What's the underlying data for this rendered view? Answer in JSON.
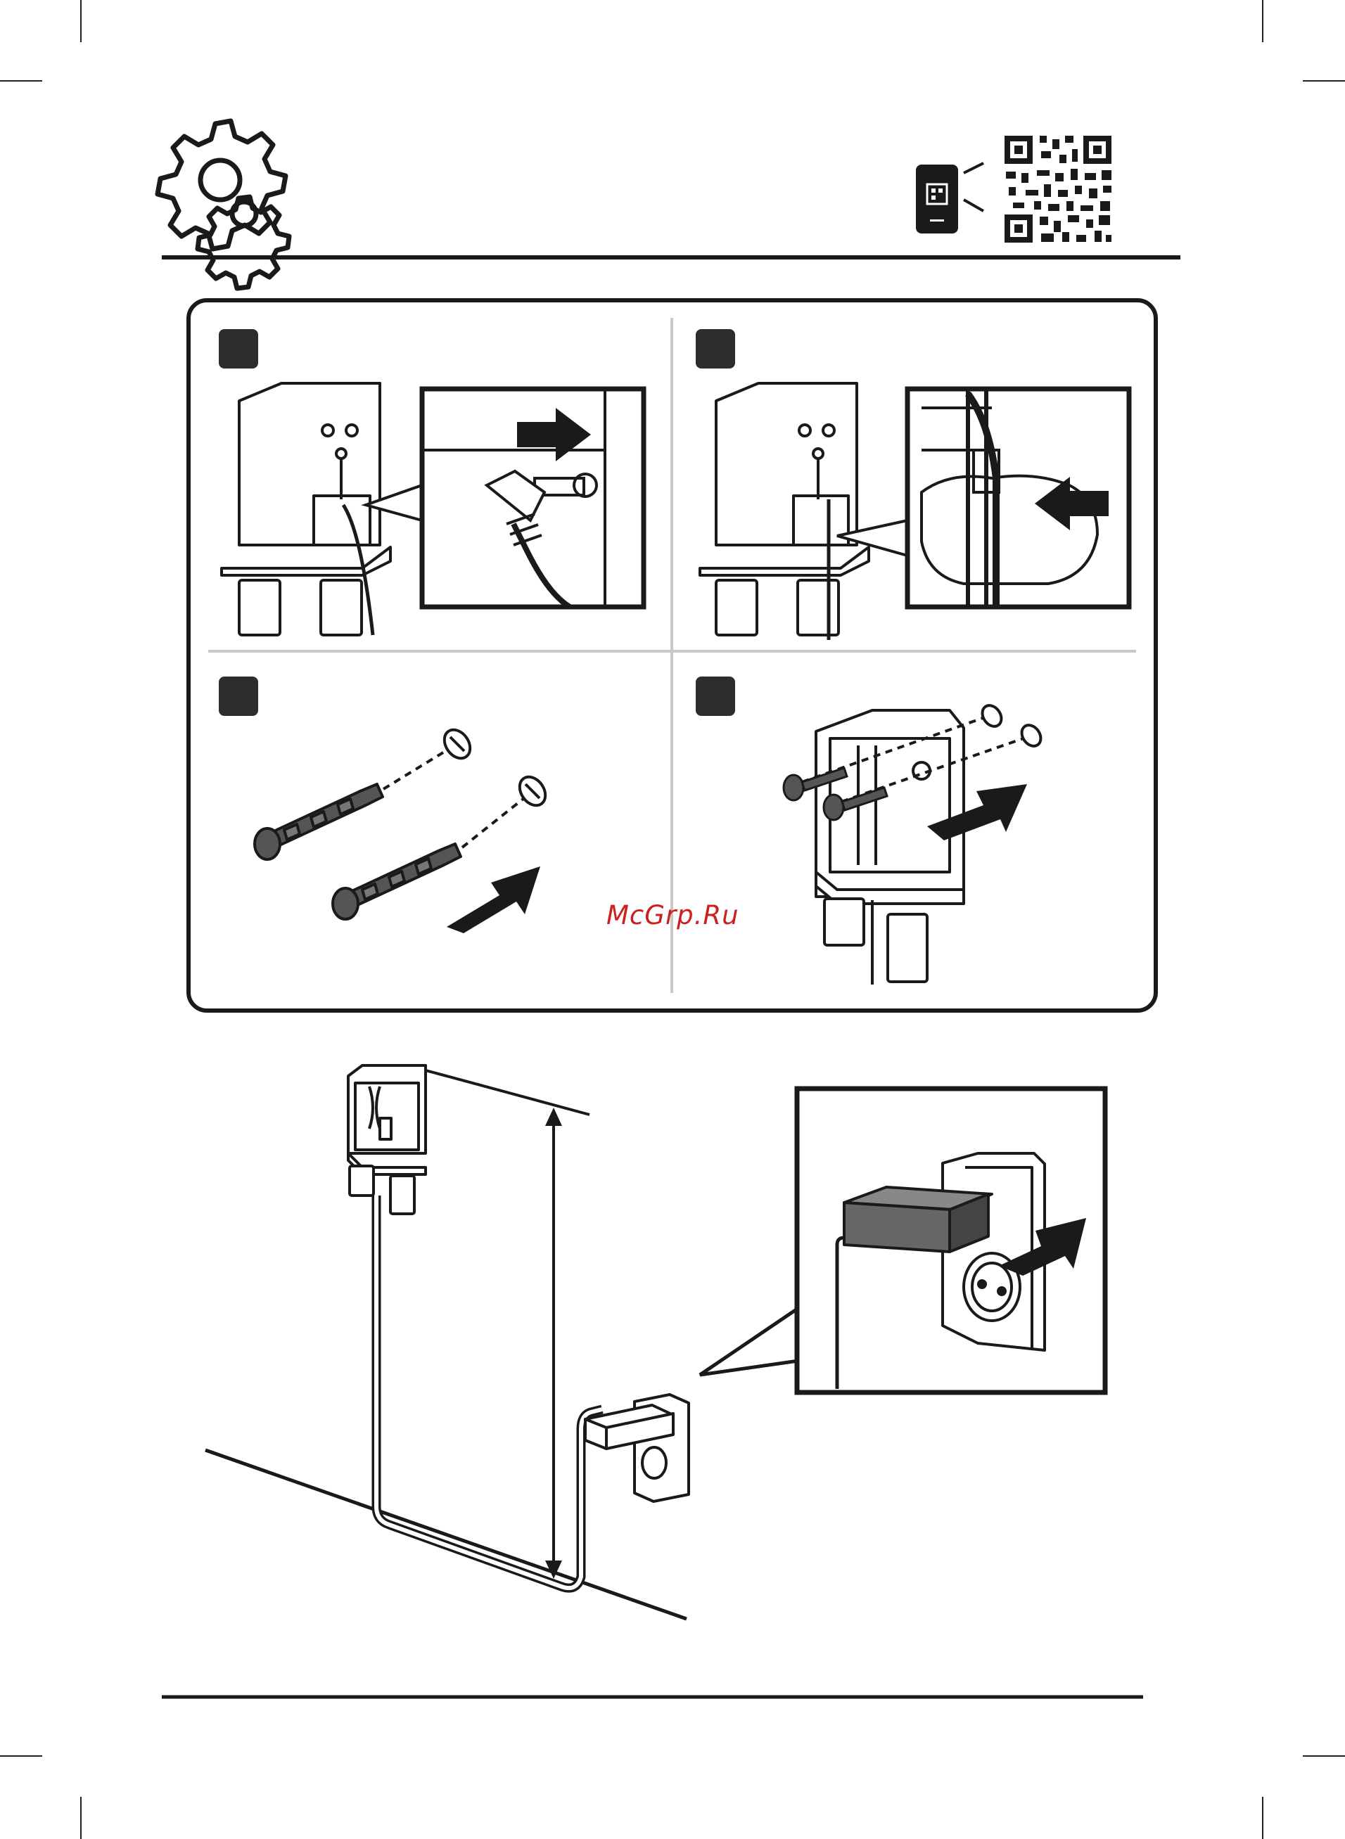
{
  "document": {
    "header_icon": "gears-icon",
    "qr_icons": [
      "phone-scan-icon",
      "qr-code-icon"
    ],
    "watermark": "McGrp.Ru",
    "colors": {
      "ink": "#1a1a1a",
      "dark_fill": "#555555",
      "watermark": "#cc1f1f",
      "panel_border": "#1a1a1a"
    }
  },
  "steps": [
    {
      "id": 1,
      "illustration": "connect-cable-to-holder"
    },
    {
      "id": 2,
      "illustration": "route-cable-through-clip"
    },
    {
      "id": 3,
      "illustration": "insert-wall-plugs"
    },
    {
      "id": 4,
      "illustration": "screw-holder-to-wall"
    }
  ],
  "bottom_illustration": "mounted-holder-with-power-adapter"
}
